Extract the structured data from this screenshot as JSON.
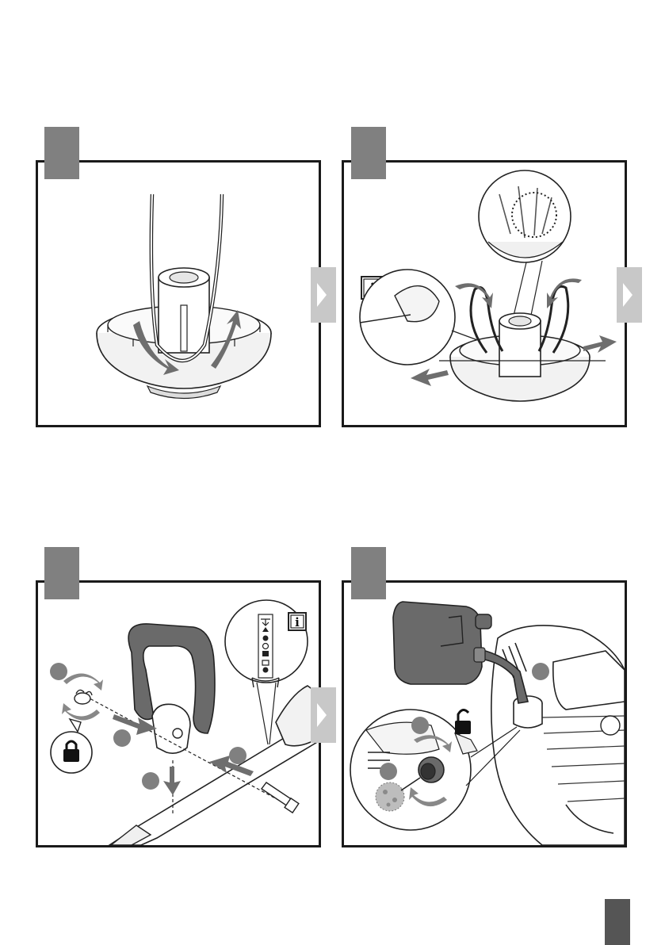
{
  "page": {
    "background": "#ffffff",
    "frame_color": "#1a1a1a",
    "tab_color": "#808080",
    "arrow_color": "#c8c8c8"
  },
  "icons": {
    "info": "i",
    "lock": "padlock-closed",
    "unlock": "padlock-open"
  },
  "panels": [
    {
      "id": "panel-1",
      "illustration": "trimmer-head-line-loop"
    },
    {
      "id": "panel-2",
      "illustration": "trimmer-head-line-pull"
    },
    {
      "id": "panel-3",
      "illustration": "handle-assembly"
    },
    {
      "id": "panel-4",
      "illustration": "fuel-filling"
    }
  ]
}
